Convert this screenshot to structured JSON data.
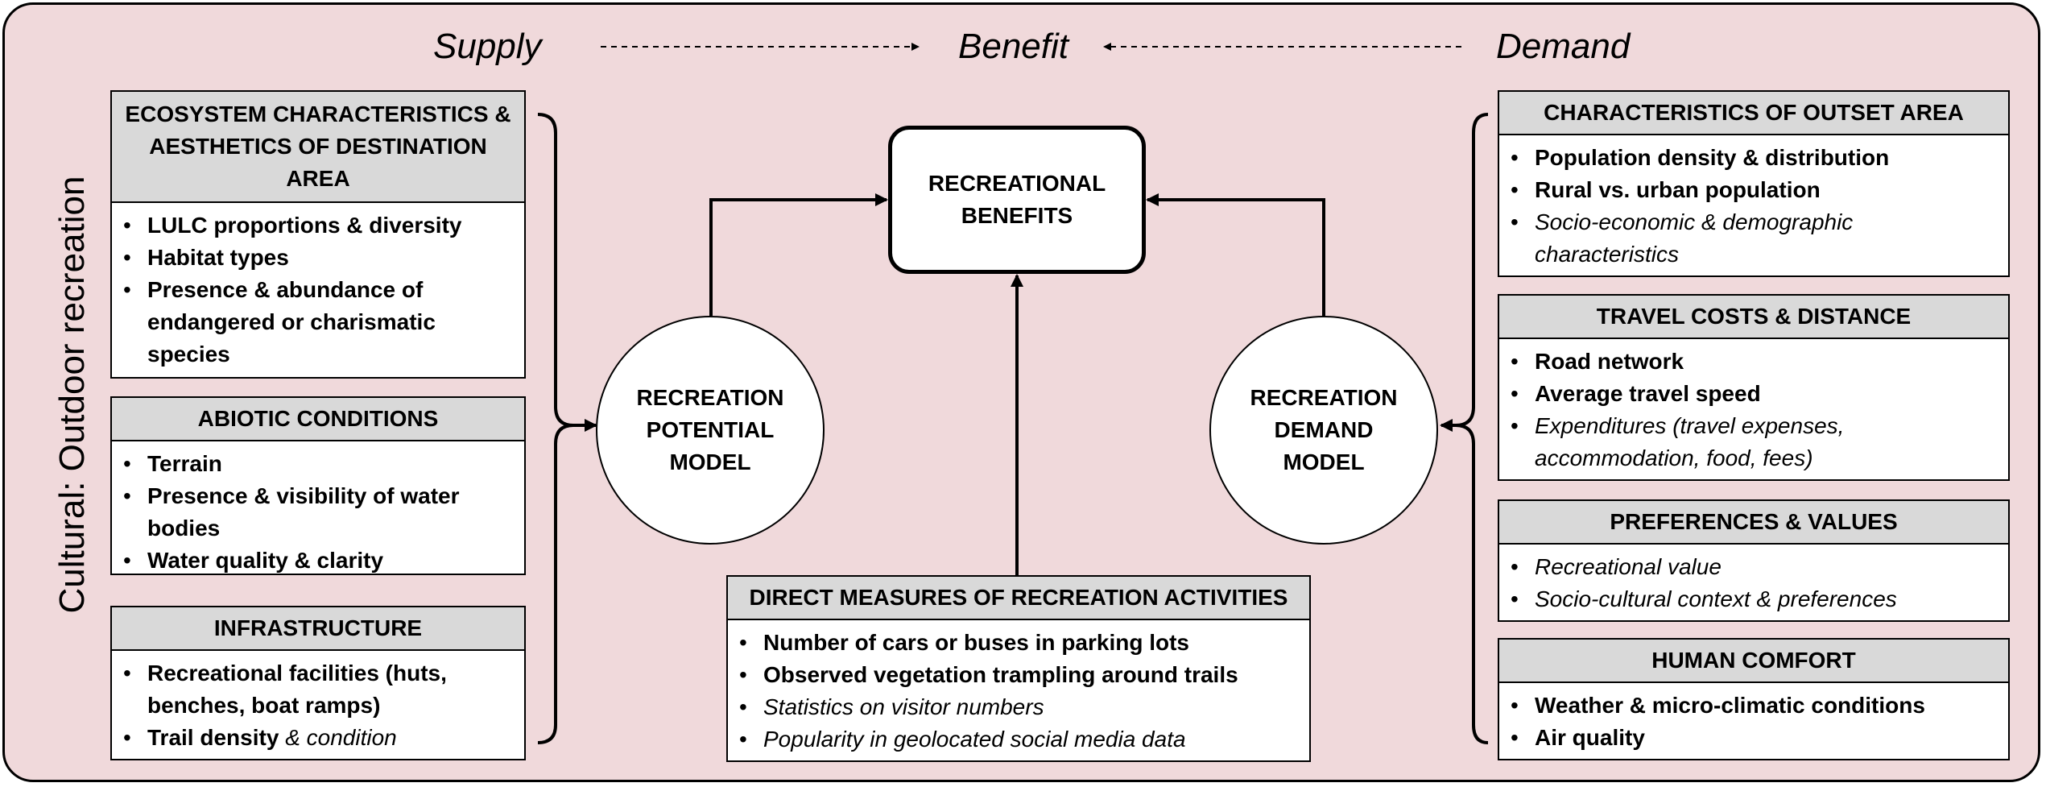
{
  "headers": {
    "supply": "Supply",
    "benefit": "Benefit",
    "demand": "Demand"
  },
  "side_label": "Cultural: Outdoor recreation",
  "central": {
    "benefits": "RECREATIONAL\nBENEFITS",
    "potential_model": "RECREATION\nPOTENTIAL\nMODEL",
    "demand_model": "RECREATION\nDEMAND\nMODEL"
  },
  "supply_boxes": [
    {
      "title": "ECOSYSTEM CHARACTERISTICS & AESTHETICS OF DESTINATION AREA",
      "items": [
        "LULC proportions & diversity",
        "Habitat types",
        "Presence & abundance of endangered or charismatic species"
      ]
    },
    {
      "title": "ABIOTIC CONDITIONS",
      "items": [
        "Terrain",
        "Presence & visibility of water bodies",
        "Water quality & clarity"
      ]
    },
    {
      "title": "INFRASTRUCTURE",
      "items": [
        "Recreational facilities (huts, benches, boat ramps)"
      ],
      "last_item_bold": "Trail density",
      "last_item_italic": "& condition"
    }
  ],
  "direct_box": {
    "title": "DIRECT MEASURES OF RECREATION ACTIVITIES",
    "bold_items": [
      "Number of cars or buses in parking lots",
      "Observed vegetation trampling around trails"
    ],
    "italic_items": [
      "Statistics on visitor numbers",
      "Popularity in geolocated social media data"
    ]
  },
  "demand_boxes": [
    {
      "title": "CHARACTERISTICS OF OUTSET AREA",
      "bold_items": [
        "Population density & distribution",
        "Rural vs. urban population"
      ],
      "italic_items": [
        "Socio-economic & demographic characteristics"
      ]
    },
    {
      "title": "TRAVEL COSTS & DISTANCE",
      "bold_items": [
        "Road network",
        "Average travel speed"
      ],
      "italic_items": [
        "Expenditures (travel expenses, accommodation, food, fees)"
      ]
    },
    {
      "title": "PREFERENCES & VALUES",
      "italic_items": [
        "Recreational value",
        "Socio-cultural context & preferences"
      ]
    },
    {
      "title": "HUMAN COMFORT",
      "bold_items": [
        "Weather & micro-climatic conditions",
        "Air quality"
      ]
    }
  ]
}
